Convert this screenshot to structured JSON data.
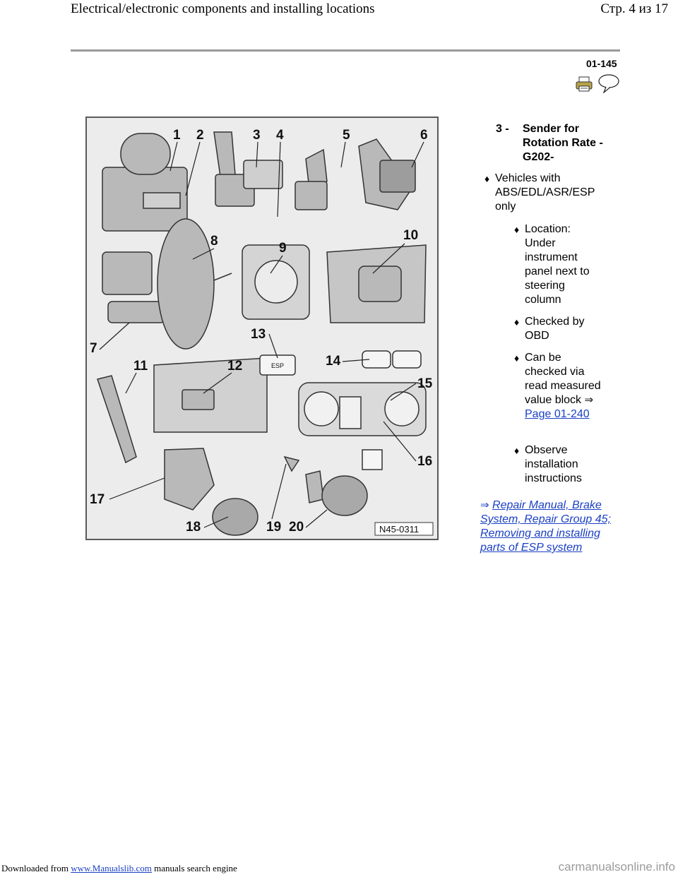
{
  "header": {
    "title": "Electrical/electronic components and installing locations",
    "page_indicator": "Стр. 4 из 17"
  },
  "page_code": "01-145",
  "icons": {
    "printer": "printer-icon",
    "comment": "speech-bubble-icon"
  },
  "figure": {
    "callouts": [
      "1",
      "2",
      "3",
      "4",
      "5",
      "6",
      "7",
      "8",
      "9",
      "10",
      "11",
      "12",
      "13",
      "14",
      "15",
      "16",
      "17",
      "18",
      "19",
      "20"
    ],
    "reference_code": "N45-0311",
    "esp_label": "ESP"
  },
  "item": {
    "number": "3 -",
    "title": "Sender for Rotation Rate - G202-",
    "bullet_main": "Vehicles with ABS/EDL/ASR/ESP only",
    "sub_bullets": [
      "Location: Under instrument panel next to steering column",
      "Checked by OBD",
      "Can be checked via read measured value block",
      "Observe installation instructions"
    ],
    "arrow": "⇒",
    "page_link": "Page 01-240"
  },
  "reference": {
    "arrow": "⇒",
    "link_text": "Repair Manual, Brake System, Repair Group 45; Removing and installing parts of ESP system"
  },
  "footer": {
    "prefix": "Downloaded from",
    "link": "www.Manualslib.com",
    "suffix": "manuals search engine",
    "watermark": "carmanualsonline.info"
  }
}
